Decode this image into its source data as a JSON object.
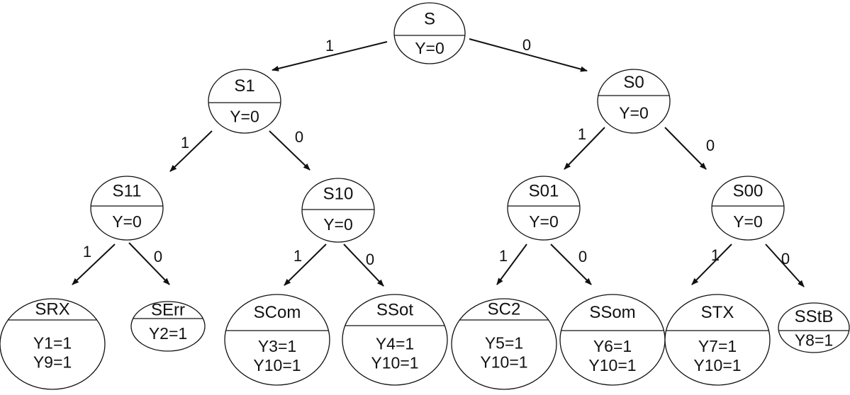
{
  "diagram": {
    "nodes": [
      {
        "id": "S",
        "name": "S",
        "outputs": [
          "Y=0"
        ]
      },
      {
        "id": "S1",
        "name": "S1",
        "outputs": [
          "Y=0"
        ]
      },
      {
        "id": "S0",
        "name": "S0",
        "outputs": [
          "Y=0"
        ]
      },
      {
        "id": "S11",
        "name": "S11",
        "outputs": [
          "Y=0"
        ]
      },
      {
        "id": "S10",
        "name": "S10",
        "outputs": [
          "Y=0"
        ]
      },
      {
        "id": "S01",
        "name": "S01",
        "outputs": [
          "Y=0"
        ]
      },
      {
        "id": "S00",
        "name": "S00",
        "outputs": [
          "Y=0"
        ]
      },
      {
        "id": "SRX",
        "name": "SRX",
        "outputs": [
          "Y1=1",
          "Y9=1"
        ]
      },
      {
        "id": "SErr",
        "name": "SErr",
        "outputs": [
          "Y2=1"
        ]
      },
      {
        "id": "SCom",
        "name": "SCom",
        "outputs": [
          "Y3=1",
          "Y10=1"
        ]
      },
      {
        "id": "SSot",
        "name": "SSot",
        "outputs": [
          "Y4=1",
          "Y10=1"
        ]
      },
      {
        "id": "SC2",
        "name": "SC2",
        "outputs": [
          "Y5=1",
          "Y10=1"
        ]
      },
      {
        "id": "SSom",
        "name": "SSom",
        "outputs": [
          "Y6=1",
          "Y10=1"
        ]
      },
      {
        "id": "STX",
        "name": "STX",
        "outputs": [
          "Y7=1",
          "Y10=1"
        ]
      },
      {
        "id": "SStB",
        "name": "SStB",
        "outputs": [
          "Y8=1"
        ]
      }
    ],
    "edges": [
      {
        "from": "S",
        "to": "S1",
        "label": "1"
      },
      {
        "from": "S",
        "to": "S0",
        "label": "0"
      },
      {
        "from": "S1",
        "to": "S11",
        "label": "1"
      },
      {
        "from": "S1",
        "to": "S10",
        "label": "0"
      },
      {
        "from": "S0",
        "to": "S01",
        "label": "1"
      },
      {
        "from": "S0",
        "to": "S00",
        "label": "0"
      },
      {
        "from": "S11",
        "to": "SRX",
        "label": "1"
      },
      {
        "from": "S11",
        "to": "SErr",
        "label": "0"
      },
      {
        "from": "S10",
        "to": "SCom",
        "label": "1"
      },
      {
        "from": "S10",
        "to": "SSot",
        "label": "0"
      },
      {
        "from": "S01",
        "to": "SC2",
        "label": "1"
      },
      {
        "from": "S01",
        "to": "SSom",
        "label": "0"
      },
      {
        "from": "S00",
        "to": "STX",
        "label": "1"
      },
      {
        "from": "S00",
        "to": "SStB",
        "label": "0"
      }
    ]
  }
}
